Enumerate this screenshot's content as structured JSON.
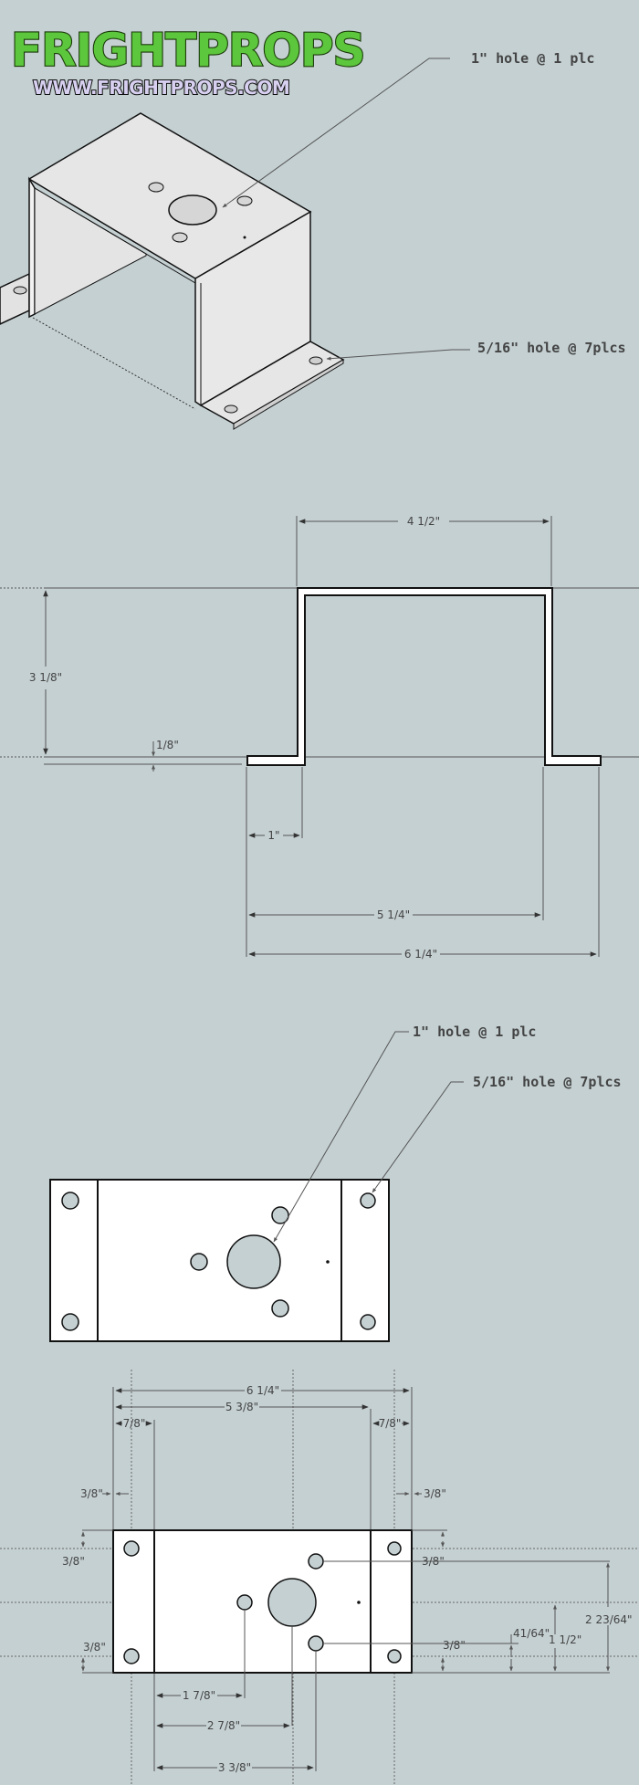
{
  "logo": {
    "brand": "FRIGHTPROPS",
    "url": "WWW.FRIGHTPROPS.COM",
    "colors": {
      "slime": "#5cc63c",
      "outline": "#1a3a0a",
      "url_fill": "#d8d0f0"
    }
  },
  "colors": {
    "background": "#c5d0d2",
    "part_face": "#ffffff",
    "iso_face": "#e2e2e2",
    "line": "#111111",
    "dim_line": "#555555"
  },
  "iso_view": {
    "callout_large_hole": "1\" hole @ 1 plc",
    "callout_small_hole": "5/16\" hole @ 7plcs"
  },
  "side_view": {
    "dims": {
      "top_width": "4 1/2\"",
      "height": "3 1/8\"",
      "thickness": "1/8\"",
      "flange": "1\"",
      "inner_span": "5 1/4\"",
      "overall": "6 1/4\""
    }
  },
  "top_view": {
    "callout_large_hole": "1\" hole @ 1 plc",
    "callout_small_hole": "5/16\" hole @ 7plcs"
  },
  "dimensioned_view": {
    "dims": {
      "overall": "6 1/4\"",
      "span": "5 3/8\"",
      "flange_left": "7/8\"",
      "flange_right": "7/8\"",
      "edge_left": "3/8\"",
      "edge_right": "3/8\"",
      "top_left": "3/8\"",
      "bottom_left": "3/8\"",
      "top_right": "3/8\"",
      "bottom_right": "3/8\"",
      "small_hole_offset": "41/64\"",
      "center_height": "1 1/2\"",
      "upper_hole_height": "2 23/64\"",
      "hole_x1": "1 7/8\"",
      "hole_x2": "2 7/8\"",
      "hole_x3": "3 3/8\""
    }
  }
}
